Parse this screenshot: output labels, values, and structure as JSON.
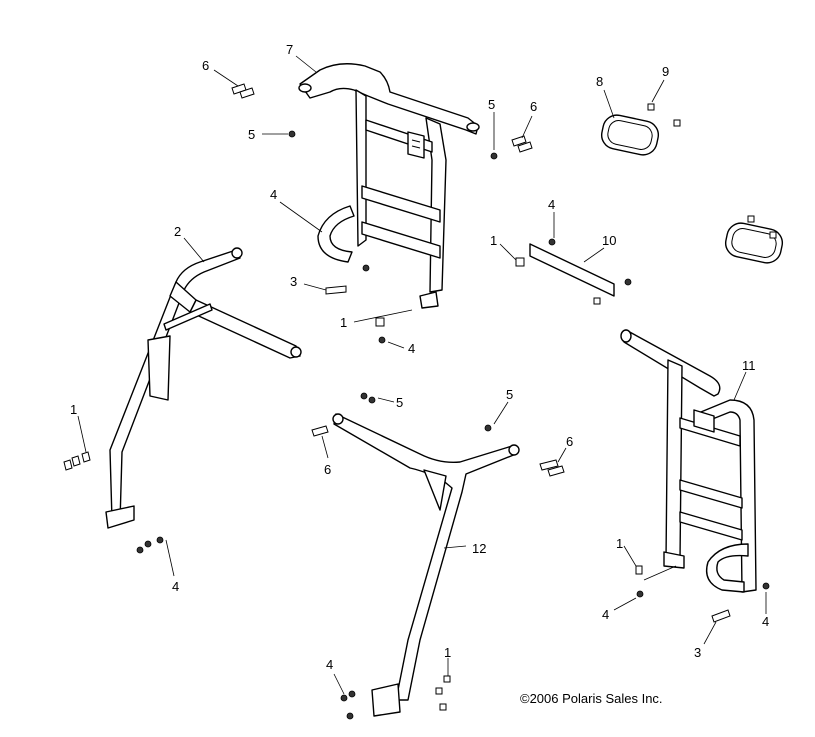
{
  "diagram": {
    "copyright": "©2006 Polaris Sales Inc.",
    "callouts": {
      "c1": "7",
      "c2": "6",
      "c3": "5",
      "c4": "5",
      "c5": "6",
      "c6": "8",
      "c7": "9",
      "c8": "4",
      "c9": "2",
      "c10": "3",
      "c11": "1",
      "c12": "4",
      "c13": "4",
      "c14": "1",
      "c15": "10",
      "c16": "11",
      "c17": "1",
      "c18": "5",
      "c19": "5",
      "c20": "6",
      "c21": "6",
      "c22": "12",
      "c23": "4",
      "c24": "1",
      "c25": "4",
      "c26": "4",
      "c27": "3",
      "c28": "4",
      "c29": "1"
    }
  }
}
